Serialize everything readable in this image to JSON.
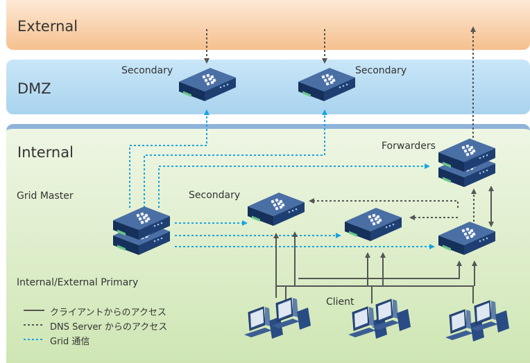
{
  "zones": {
    "external": "External",
    "dmz": "DMZ",
    "internal": "Internal"
  },
  "labels": {
    "dmz_secondary_left": "Secondary",
    "dmz_secondary_right": "Secondary",
    "forwarders": "Forwarders",
    "grid_master": "Grid Master",
    "internal_secondary": "Secondary",
    "primary": "Internal/External Primary",
    "client": "Client"
  },
  "legend": {
    "client_access": "クライアントからのアクセス",
    "dns_server_access": "DNS Server からのアクセス",
    "grid_comm": "Grid 通信"
  },
  "colors": {
    "external_zone": "#f5c08e",
    "dmz_zone": "#b9dcf3",
    "internal_zone": "#dcedc8",
    "device_body": "#1d3c6e",
    "client_line": "#555555",
    "dns_line": "#555555",
    "grid_line": "#1aa3e0"
  },
  "icons": {
    "appliance": "network-appliance-icon",
    "client": "desktop-computer-icon"
  }
}
